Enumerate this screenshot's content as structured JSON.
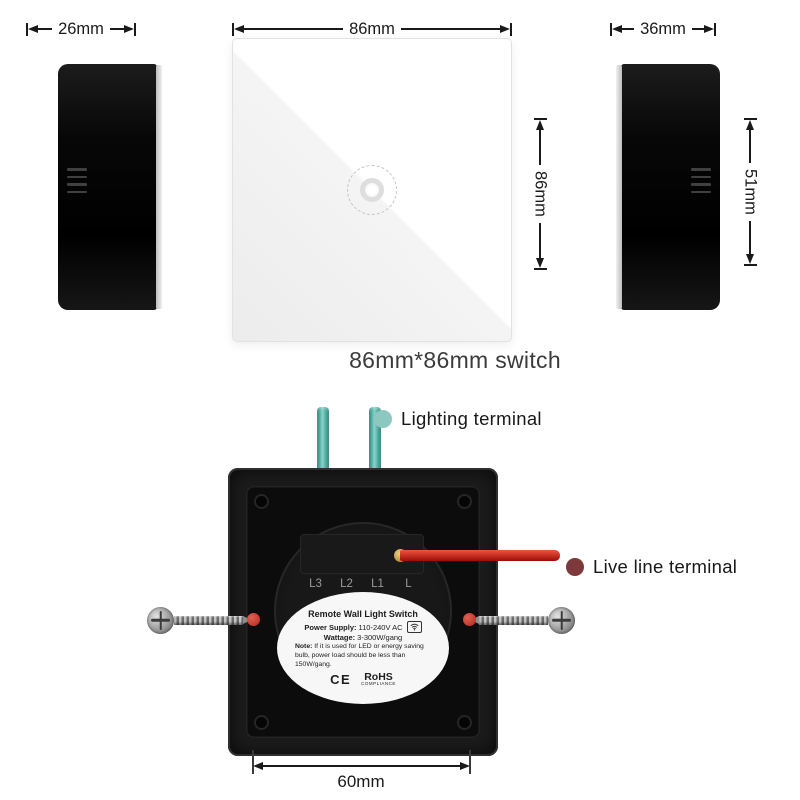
{
  "top_section": {
    "dim_side_left_width": "26mm",
    "dim_front_width": "86mm",
    "dim_front_height": "86mm",
    "dim_side_right_width": "36mm",
    "dim_side_right_depth": "51mm",
    "caption": "86mm*86mm switch"
  },
  "bottom_section": {
    "lighting_terminal": "Lighting terminal",
    "live_line_terminal": "Live line terminal",
    "terminals": [
      "L3",
      "L2",
      "L1",
      "L"
    ],
    "screw_spacing": "60mm",
    "spec_label": {
      "title": "Remote Wall Light Switch",
      "power_label": "Power Supply:",
      "power_value": "110-240V AC",
      "wattage_label": "Wattage:",
      "wattage_value": "3-300W/gang",
      "note_label": "Note:",
      "note_text": "If it is used for LED or energy saving bulb, power load should be less than 150W/gang.",
      "cert_ce": "CE",
      "cert_rohs": "RoHS",
      "cert_rohs_sub": "COMPLIANCE"
    },
    "colors": {
      "lighting_wire": "#5fbdb2",
      "live_wire": "#c8180c",
      "lighting_dot": "#8cc8bf",
      "live_dot": "#7d3a3a",
      "mount_dot": "#c0392b"
    }
  }
}
